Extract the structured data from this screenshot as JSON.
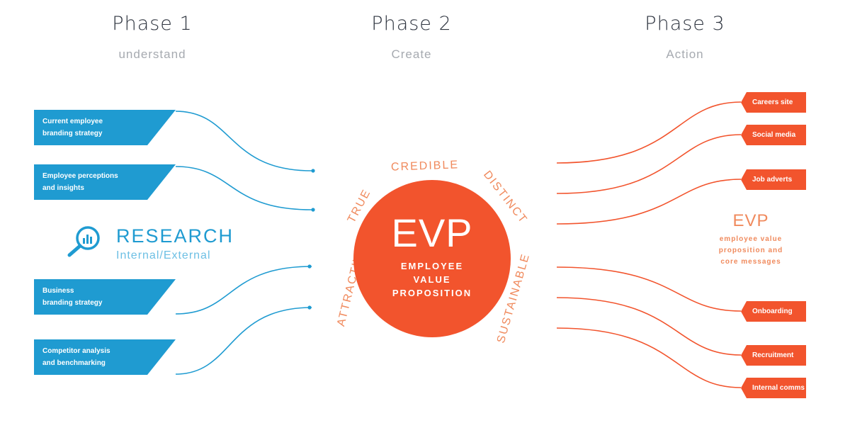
{
  "phases": [
    {
      "title": "Phase 1",
      "subtitle": "understand"
    },
    {
      "title": "Phase 2",
      "subtitle": "Create"
    },
    {
      "title": "Phase 3",
      "subtitle": "Action"
    }
  ],
  "research": {
    "title": "RESEARCH",
    "subtitle": "Internal/External"
  },
  "left_inputs": [
    {
      "line1": "Current employee",
      "line2": "branding strategy"
    },
    {
      "line1": "Employee perceptions",
      "line2": "and insights"
    },
    {
      "line1": "Business",
      "line2": "branding strategy"
    },
    {
      "line1": "Competitor analysis",
      "line2": "and benchmarking"
    }
  ],
  "evp": {
    "main": "EVP",
    "sub_line1": "EMPLOYEE",
    "sub_line2": "VALUE",
    "sub_line3": "PROPOSITION"
  },
  "ring_words": [
    "CREDIBLE",
    "TRUE",
    "DISTINCT",
    "ATTRACTIVE",
    "SUSTAINABLE"
  ],
  "evp_right": {
    "title": "EVP",
    "line1": "employee value",
    "line2": "proposition and",
    "line3": "core messages"
  },
  "right_outputs": [
    "Careers site",
    "Social media",
    "Job adverts",
    "Onboarding",
    "Recruitment",
    "Internal comms"
  ],
  "colors": {
    "blue": "#1f9bd1",
    "orange": "#f2542d",
    "orange_light": "#f08a5d",
    "phase_text": "#2f3540",
    "subtitle_text": "#a6aab0"
  }
}
